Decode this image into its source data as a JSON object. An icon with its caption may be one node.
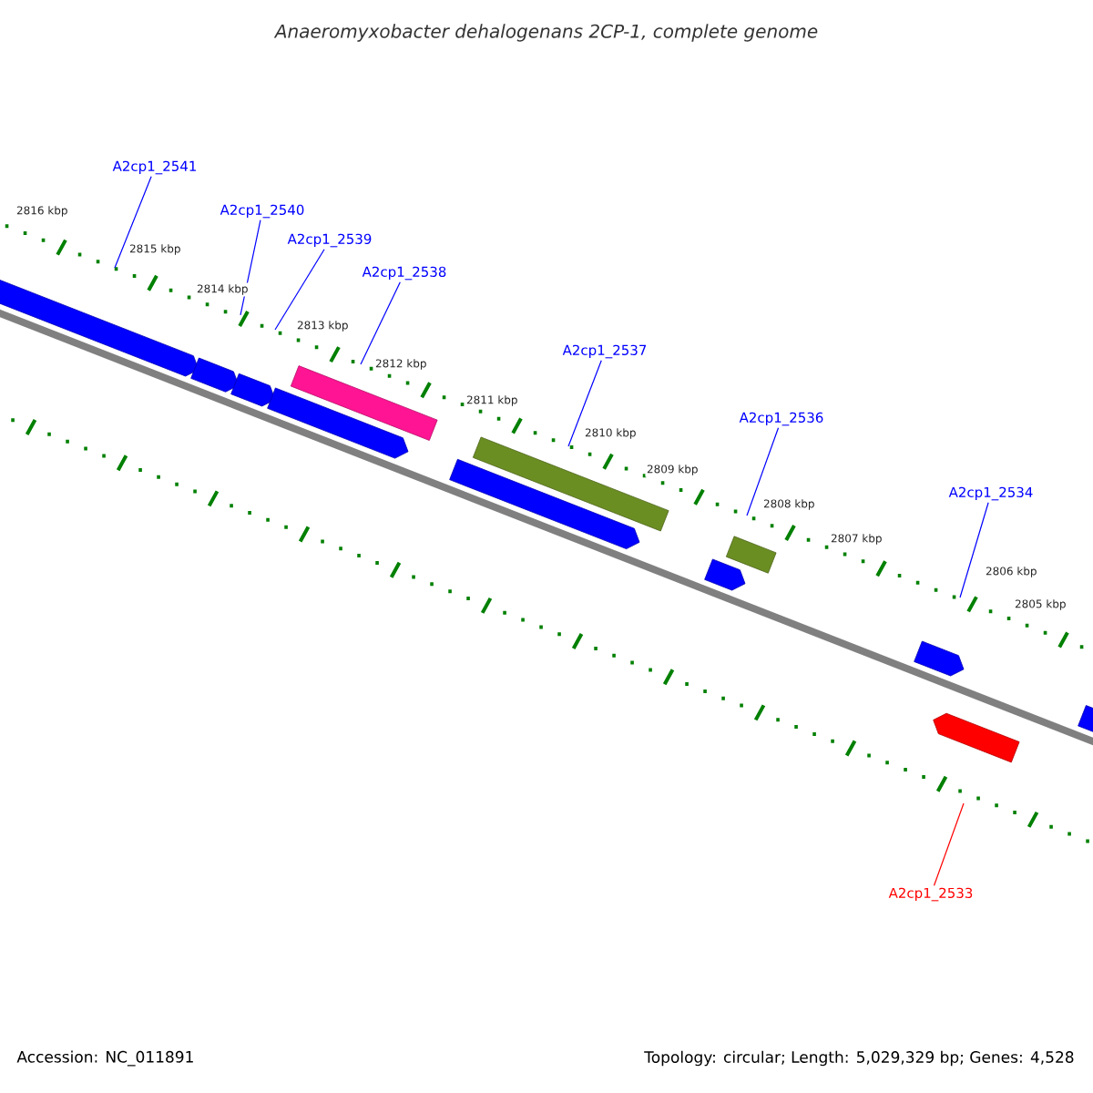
{
  "diagram": {
    "title": "*Anaeromyxobacter dehalogenans 2CP-1, complete genome*",
    "nodes": [
      {
        "text": [
          "A2cp1_2541"
        ]
      },
      {
        "text": [
          "A2cp1_2540"
        ]
      },
      {
        "text": [
          "A2cp1_2539"
        ]
      },
      {
        "text": [
          "A2cp1_2538"
        ]
      },
      {
        "text": [
          "A2cp1_2537"
        ]
      },
      {
        "text": [
          "A2cp1_2536"
        ]
      },
      {
        "text": [
          "A2cp1_2534"
        ]
      },
      {
        "text": [
          "A2cp1_2533"
        ]
      }
    ],
    "edges": [
      {
        "from": 0,
        "to": null,
        "arrow": "none"
      },
      {
        "from": 1,
        "to": null,
        "arrow": "none"
      },
      {
        "from": 2,
        "to": null,
        "arrow": "none"
      },
      {
        "from": 3,
        "to": null,
        "arrow": "none"
      },
      {
        "from": 4,
        "to": null,
        "arrow": "none"
      },
      {
        "from": 5,
        "to": null,
        "arrow": "none"
      },
      {
        "from": 6,
        "to": null,
        "arrow": "none"
      },
      {
        "from": 7,
        "to": null,
        "arrow": "none",
        "color": "#ff0000"
      }
    ],
    "labels": [
      "2816 kbp",
      "2815 kbp",
      "2814 kbp",
      "2813 kbp",
      "2812 kbp",
      "2811 kbp",
      "2810 kbp",
      "2809 kbp",
      "2808 kbp",
      "2807 kbp",
      "2806 kbp",
      "2805 kbp",
      "Accession: NC_011891",
      "Topology: circular; Length: 5,029,329 bp; Genes: 4,528"
    ]
  }
}
